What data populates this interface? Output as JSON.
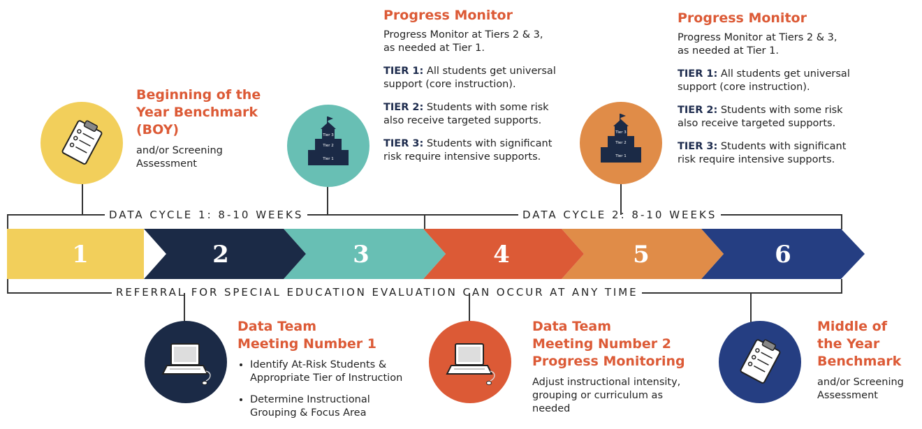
{
  "steps": [
    {
      "number": "1",
      "color": "#f2cf5b"
    },
    {
      "number": "2",
      "color": "#1b2a46"
    },
    {
      "number": "3",
      "color": "#68bfb4"
    },
    {
      "number": "4",
      "color": "#dc5a36"
    },
    {
      "number": "5",
      "color": "#e08c48"
    },
    {
      "number": "6",
      "color": "#253e82"
    }
  ],
  "cycles": {
    "cycle1": "DATA CYCLE 1: 8-10 WEEKS",
    "cycle2": "DATA CYCLE 2: 8-10 WEEKS",
    "referral": "REFERRAL FOR SPECIAL EDUCATION EVALUATION CAN OCCUR AT ANY TIME"
  },
  "boy": {
    "title_line1": "Beginning of the",
    "title_line2": "Year Benchmark",
    "title_line3": "(BOY)",
    "body_line1": "and/or Screening",
    "body_line2": "Assessment",
    "circle_color": "#f2cf5b"
  },
  "pm1": {
    "title": "Progress Monitor",
    "intro_line1": "Progress Monitor at Tiers 2 & 3,",
    "intro_line2": "as needed at Tier 1.",
    "tier1_label": "TIER 1:",
    "tier1_line1": " All students get universal",
    "tier1_line2": "support (core instruction).",
    "tier2_label": "TIER 2:",
    "tier2_line1": " Students with some risk",
    "tier2_line2": "also receive targeted supports.",
    "tier3_label": "TIER 3:",
    "tier3_line1": " Students with significant",
    "tier3_line2": "risk require intensive supports.",
    "circle_color": "#68bfb4"
  },
  "pm2": {
    "title": "Progress Monitor",
    "intro_line1": "Progress Monitor at Tiers 2 & 3,",
    "intro_line2": "as needed at Tier 1.",
    "tier1_label": "TIER 1:",
    "tier1_line1": " All students get universal",
    "tier1_line2": "support (core instruction).",
    "tier2_label": "TIER 2:",
    "tier2_line1": " Students with some risk",
    "tier2_line2": "also receive targeted supports.",
    "tier3_label": "TIER 3:",
    "tier3_line1": " Students with significant",
    "tier3_line2": "risk require intensive supports.",
    "circle_color": "#e08c48"
  },
  "school_icon": {
    "tier3": "Tier 3",
    "tier2": "Tier 2",
    "tier1": "Tier 1"
  },
  "dtm1": {
    "title_line1": "Data Team",
    "title_line2": "Meeting Number 1",
    "bullet1_line1": "Identify At-Risk Students &",
    "bullet1_line2": "Appropriate Tier of Instruction",
    "bullet2_line1": "Determine Instructional",
    "bullet2_line2": "Grouping & Focus Area",
    "circle_color": "#1b2a46"
  },
  "dtm2": {
    "title_line1": "Data Team",
    "title_line2": "Meeting Number 2",
    "title_line3": "Progress Monitoring",
    "body_line1": "Adjust instructional intensity,",
    "body_line2": "grouping or curriculum as",
    "body_line3": "needed",
    "circle_color": "#dc5a36"
  },
  "moy": {
    "title_line1": "Middle of",
    "title_line2": "the Year",
    "title_line3": "Benchmark",
    "body_line1": "and/or Screening",
    "body_line2": "Assessment",
    "circle_color": "#253e82"
  }
}
